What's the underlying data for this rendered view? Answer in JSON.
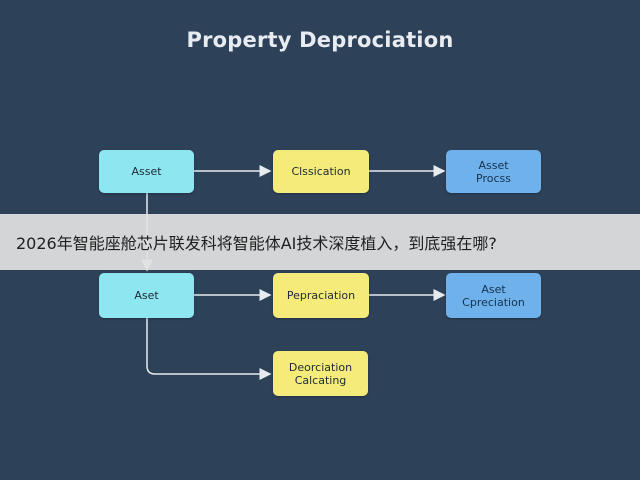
{
  "title": "Property Deprociation",
  "nodes": {
    "asset_top": "Asset",
    "classification": "Clssication",
    "asset_process": "Asset\nProcss",
    "asset_mid": "Aset",
    "depreciation": "Pepraciation",
    "asset_depreciation": "Aset\nCpreciation",
    "depreciation_calculating": "Deorciation\nCalcating"
  },
  "banner": {
    "text": "2026年智能座舱芯片联发科将智能体AI技术深度植入，到底强在哪?"
  },
  "colors": {
    "background": "#2d4159",
    "asset_node": "#8ee6f1",
    "process_node": "#f4eb7a",
    "result_node": "#6fb1ea",
    "edge": "#e6ebf0"
  }
}
